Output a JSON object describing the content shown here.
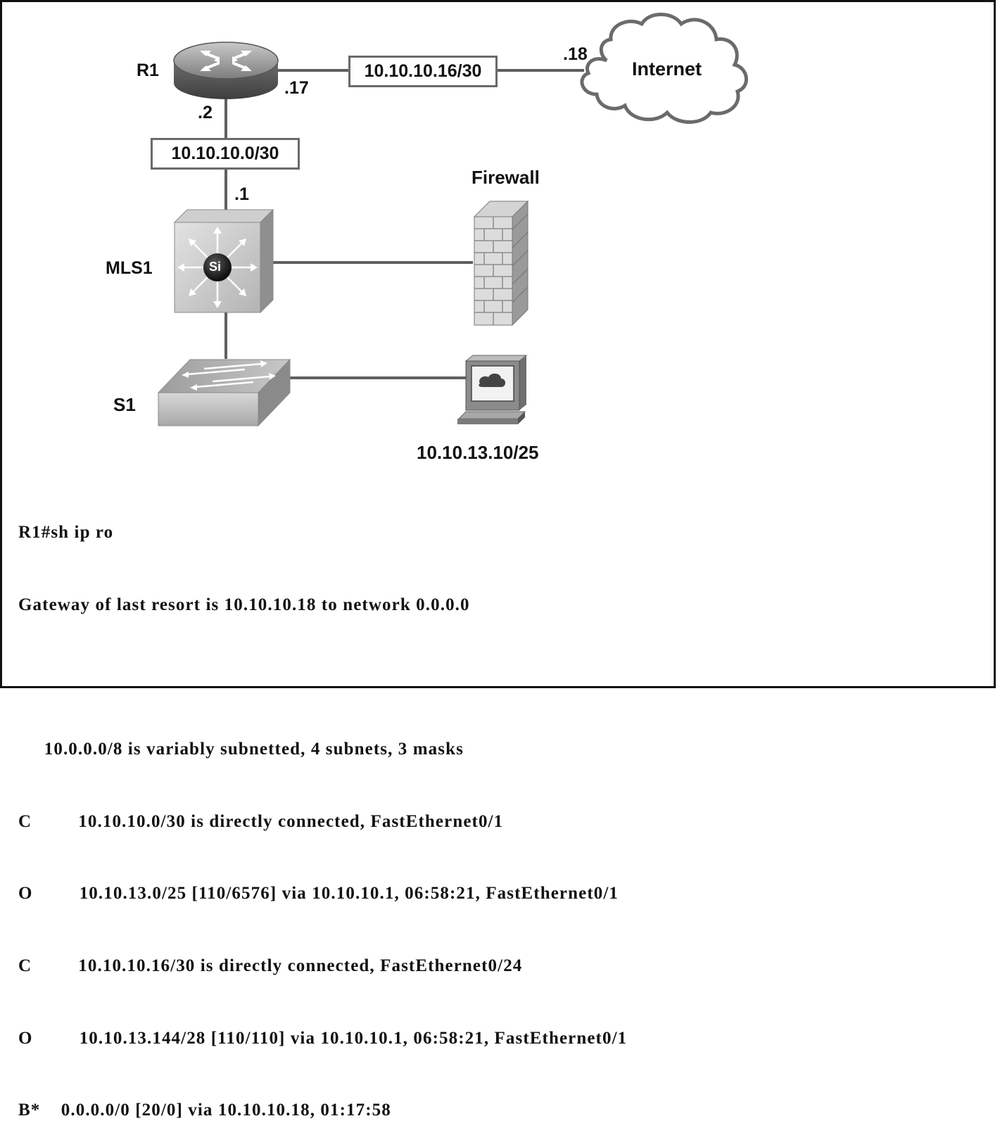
{
  "nodes": {
    "r1": "R1",
    "internet": "Internet",
    "firewall": "Firewall",
    "mls1": "MLS1",
    "mls1_badge": "Si",
    "s1": "S1",
    "pc": "10.10.13.10/25"
  },
  "links": {
    "r1_internet_net": "10.10.10.16/30",
    "r1_internet_r1_if": ".17",
    "r1_internet_isp_if": ".18",
    "r1_mls1_net": "10.10.10.0/30",
    "r1_mls1_r1_if": ".2",
    "r1_mls1_mls_if": ".1"
  },
  "terminal": {
    "lines": [
      "R1#sh ip ro",
      "Gateway of last resort is 10.10.10.18 to network 0.0.0.0",
      "",
      "     10.0.0.0/8 is variably subnetted, 4 subnets, 3 masks",
      "C         10.10.10.0/30 is directly connected, FastEthernet0/1",
      "O         10.10.13.0/25 [110/6576] via 10.10.10.1, 06:58:21, FastEthernet0/1",
      "C         10.10.10.16/30 is directly connected, FastEthernet0/24",
      "O         10.10.13.144/28 [110/110] via 10.10.10.1, 06:58:21, FastEthernet0/1",
      "B*    0.0.0.0/0 [20/0] via 10.10.10.18, 01:17:58"
    ]
  },
  "icons": [
    "router-icon",
    "cloud-icon",
    "firewall-icon",
    "multilayer-switch-icon",
    "switch-icon",
    "workstation-icon"
  ]
}
